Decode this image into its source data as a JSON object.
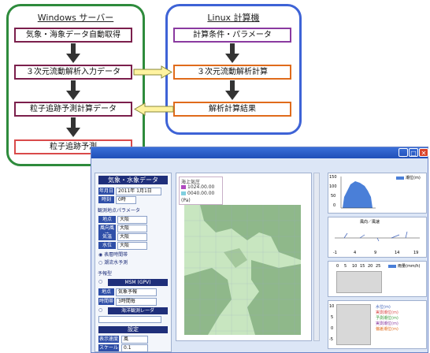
{
  "windows_panel": {
    "title": "Windows サーバー",
    "boxes": [
      "気象・海象データ自動取得",
      "３次元流動解析入力データ",
      "粒子追跡予測計算データ",
      "粒子追跡予測"
    ]
  },
  "linux_panel": {
    "title": "Linux 計算機",
    "boxes": [
      "計算条件・パラメータ",
      "３次元流動解析計算",
      "解析計算結果"
    ]
  },
  "app": {
    "sidebar": {
      "header": "気象・水象データ",
      "date_label": "年月日",
      "date_value": "2011年 1月1日",
      "hour_label": "時刻",
      "hour_value": "0時",
      "section_label": "観測地点パラメータ",
      "rows": [
        {
          "label": "地点",
          "value": "大阪"
        },
        {
          "label": "風向風速",
          "value": "大阪"
        },
        {
          "label": "気温",
          "value": "大阪"
        },
        {
          "label": "水位",
          "value": "大阪"
        }
      ],
      "radio1": "表層時間帯",
      "radio2": "潮流水予測",
      "section2": "予報型",
      "msm_label": "MSM (GPV)",
      "row_a_label": "地点",
      "row_a_value": "気象予報",
      "row_b_label": "時間帯",
      "row_b_value": "3時間毎",
      "radio3": "海洋観測レーダ",
      "settings_header": "設定",
      "settings_rows": [
        {
          "label": "表示速度",
          "value": "風"
        },
        {
          "label": "スケール",
          "value": "0.1"
        }
      ]
    },
    "map_legend": {
      "title": "海上気圧",
      "items": [
        "1024.00.00",
        "0040.00.00"
      ],
      "unit": "(Pa)"
    },
    "charts": {
      "chart1_legend": "潮位(m)",
      "chart1_yticks": [
        "150",
        "100",
        "50",
        "0"
      ],
      "chart2_title": "風向／風速",
      "chart2_xticks": [
        "-1",
        "4",
        "9",
        "14",
        "19"
      ],
      "chart3_legend": "雨量(mm/h)",
      "chart3_xticks": [
        "0",
        "5",
        "10",
        "15",
        "20",
        "25"
      ],
      "chart4_yticks": [
        "10",
        "5",
        "0",
        "-5"
      ],
      "chart4_legend": [
        "水位(m)",
        "実測潮位(m)",
        "予測潮位(m)",
        "実測潮位(m)",
        "偏差潮位(m)"
      ]
    }
  }
}
